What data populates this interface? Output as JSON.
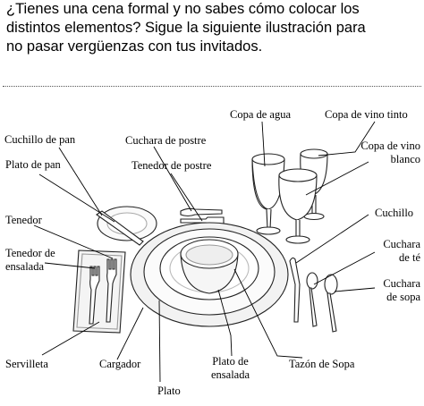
{
  "intro": {
    "line1": "¿Tienes una cena formal y no sabes cómo colocar los",
    "line2": "distintos elementos? Sigue la siguiente ilustración para",
    "line3": "no pasar vergüenzas con tus invitados."
  },
  "labels": {
    "cuchillo_pan": "Cuchillo de pan",
    "plato_pan": "Plato de pan",
    "cuchara_postre": "Cuchara de postre",
    "tenedor_postre": "Tenedor de postre",
    "copa_agua": "Copa de agua",
    "copa_tinto": "Copa de vino tinto",
    "copa_blanco_1": "Copa de vino",
    "copa_blanco_2": "blanco",
    "tenedor": "Tenedor",
    "tenedor_ensalada_1": "Tenedor de",
    "tenedor_ensalada_2": "ensalada",
    "cuchillo": "Cuchillo",
    "cuchara_te_1": "Cuchara",
    "cuchara_te_2": "de té",
    "cuchara_sopa_1": "Cuchara",
    "cuchara_sopa_2": "de sopa",
    "servilleta": "Servilleta",
    "cargador": "Cargador",
    "plato_ensalada_1": "Plato de",
    "plato_ensalada_2": "ensalada",
    "tazon_sopa": "Tazón de Sopa",
    "plato": "Plato"
  }
}
